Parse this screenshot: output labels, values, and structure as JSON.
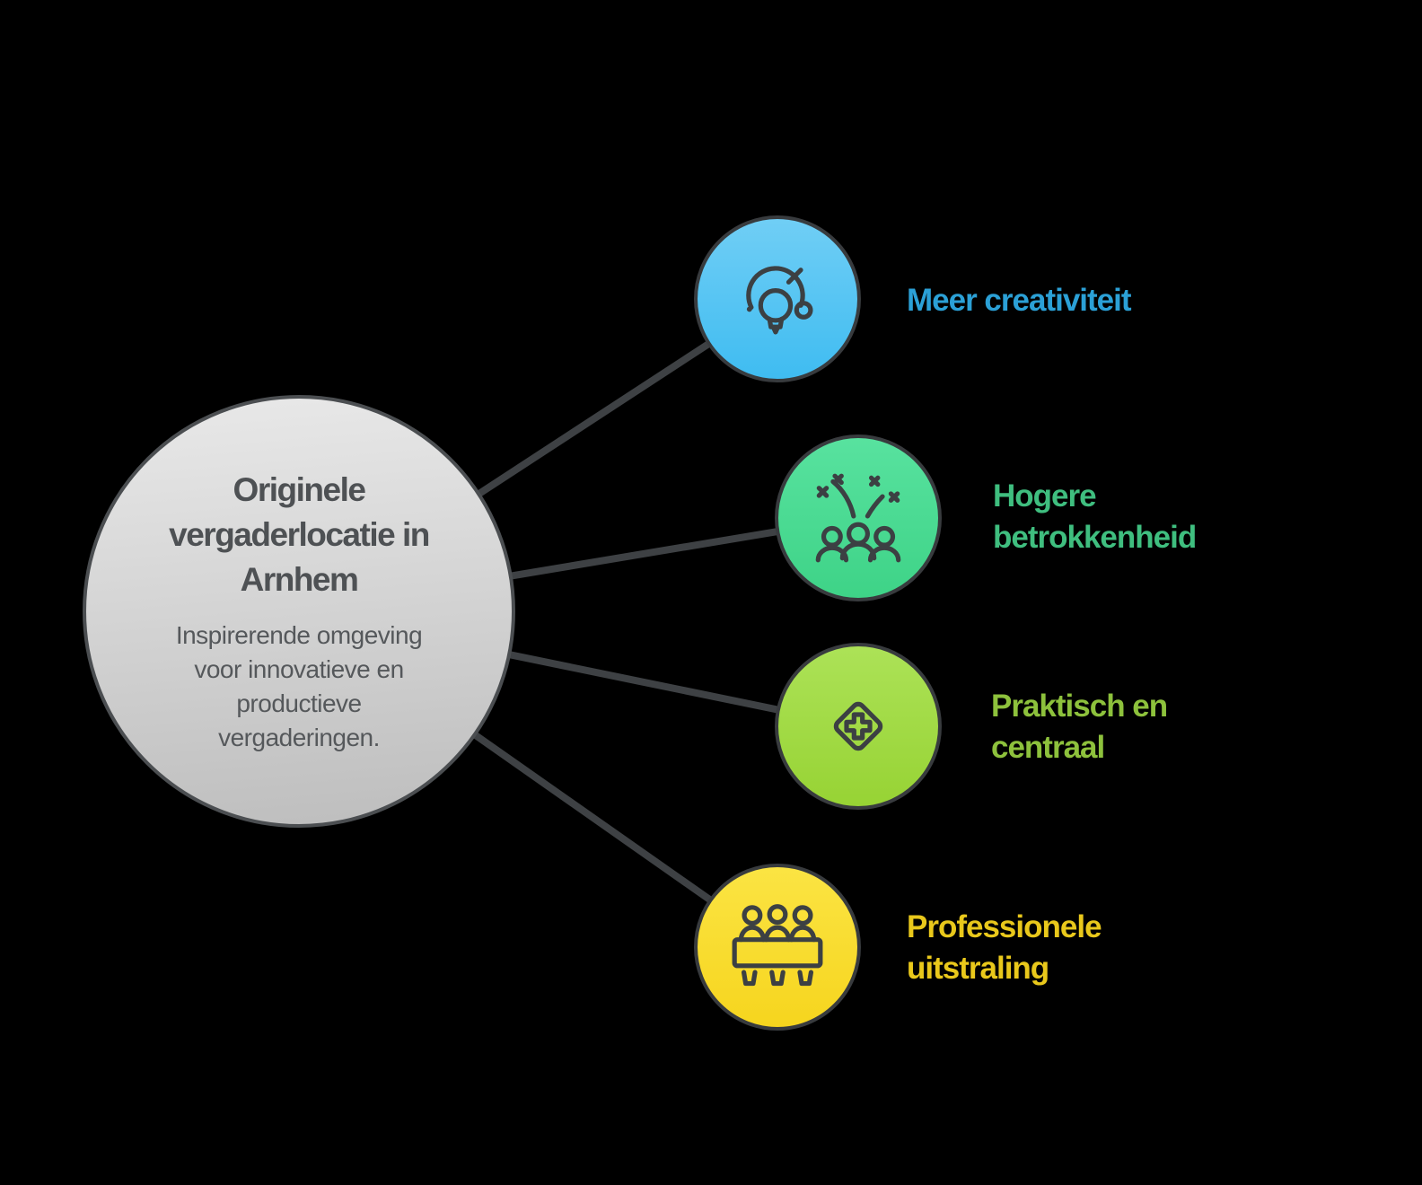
{
  "canvas": {
    "background": "#000000"
  },
  "hub": {
    "title": "Originele\nvergaderlocatie in\nArnhem",
    "description": "Inspirerende omgeving\nvoor innovatieve en\nproductieve\nvergaderingen.",
    "fill_top": "#E9E9E9",
    "fill_bottom": "#BDBDBD",
    "border_color": "#4B4E51",
    "title_color": "#4E5154",
    "description_color": "#55585B"
  },
  "connector_color": "#3E4144",
  "icon_stroke": "#3C4043",
  "nodes": [
    {
      "id": "meer-creativiteit",
      "label": "Meer creativiteit",
      "icon": "idea-lightbulb-icon",
      "fill_top": "#70CEF5",
      "fill_bottom": "#3FBCF1",
      "label_color": "#2BA0D6"
    },
    {
      "id": "hogere-betrokkenheid",
      "label": "Hogere\nbetrokkenheid",
      "icon": "celebration-people-icon",
      "fill_top": "#58E29F",
      "fill_bottom": "#3ED387",
      "label_color": "#3FBE7F"
    },
    {
      "id": "praktisch-en-centraal",
      "label": "Praktisch en\ncentraal",
      "icon": "diamond-plus-icon",
      "fill_top": "#ACE257",
      "fill_bottom": "#97D334",
      "label_color": "#8DC13C"
    },
    {
      "id": "professionele-uitstraling",
      "label": "Professionele\nuitstraling",
      "icon": "meeting-table-icon",
      "fill_top": "#FBE443",
      "fill_bottom": "#F6D51E",
      "label_color": "#E9C81B"
    }
  ]
}
